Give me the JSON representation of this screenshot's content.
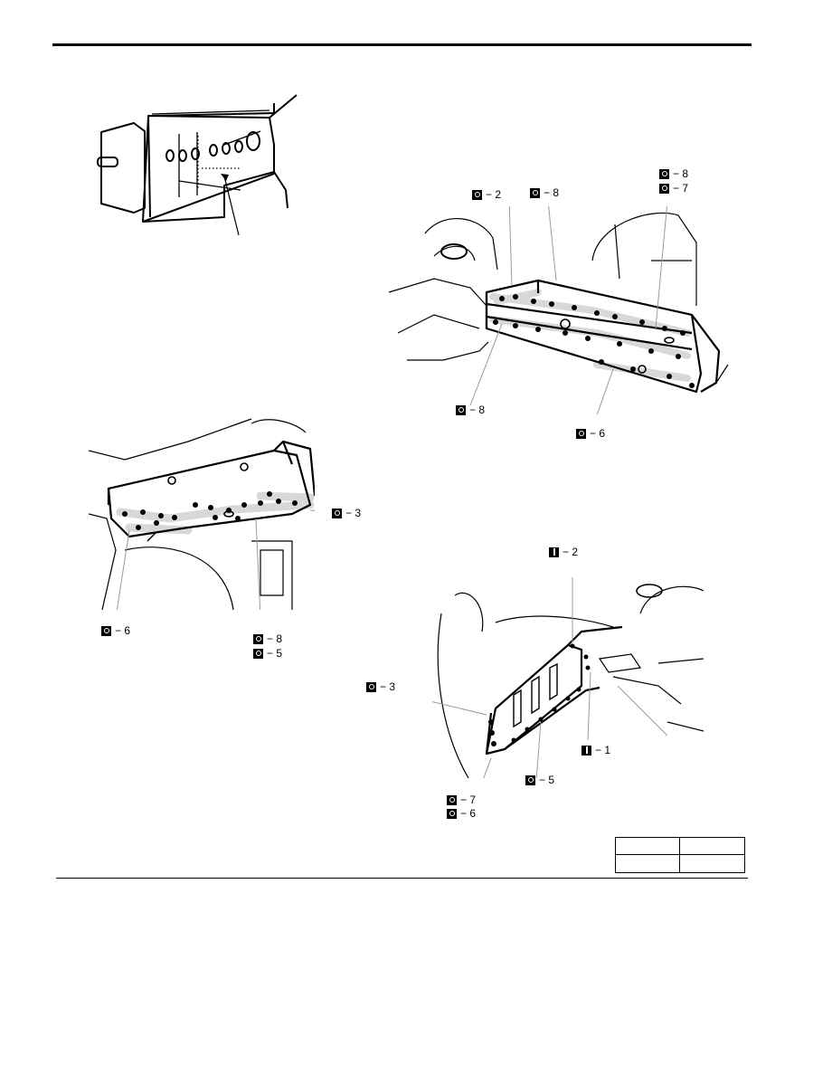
{
  "callouts": {
    "fig2_spot2": "− 2",
    "fig2_spot8_top": "− 8",
    "fig2_spot8_right": "− 8",
    "fig2_spot7_right": "− 7",
    "fig2_spot8_left": "− 8",
    "fig2_spot6": "− 6",
    "fig3_spot3": "− 3",
    "fig3_spot6": "− 6",
    "fig3_spot8": "− 8",
    "fig3_spot5": "− 5",
    "fig4_brazing2": "− 2",
    "fig4_spot3": "− 3",
    "fig4_brazing1": "− 1",
    "fig4_spot5": "− 5",
    "fig4_spot7": "− 7",
    "fig4_spot6": "− 6"
  },
  "icons": {
    "spot_weld": "spot-weld-icon",
    "brazing": "brazing-icon"
  },
  "colors": {
    "ink": "#000000",
    "weld_band": "#cfcfcf",
    "paper": "#ffffff"
  }
}
